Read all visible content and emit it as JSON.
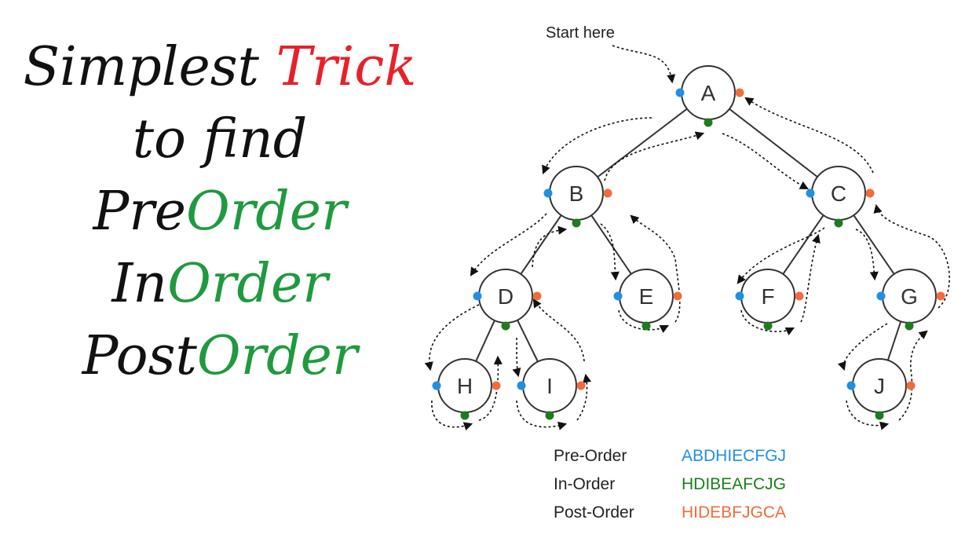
{
  "title": {
    "line1": {
      "a": "Simplest ",
      "b": "Trick"
    },
    "line2": "to find",
    "line3": {
      "a": "Pre",
      "b": "Order"
    },
    "line4": {
      "a": "In",
      "b": "Order"
    },
    "line5": {
      "a": "Post",
      "b": "Order"
    }
  },
  "colors": {
    "title_red": "#e8202a",
    "title_green": "#1f9a3f",
    "preorder_blue": "#1e90e6",
    "inorder_green": "#1b7e1b",
    "postorder_orange": "#f26b3a"
  },
  "diagram": {
    "start_label": "Start here",
    "nodes": [
      {
        "id": "A",
        "label": "A",
        "parent": null
      },
      {
        "id": "B",
        "label": "B",
        "parent": "A"
      },
      {
        "id": "C",
        "label": "C",
        "parent": "A"
      },
      {
        "id": "D",
        "label": "D",
        "parent": "B"
      },
      {
        "id": "E",
        "label": "E",
        "parent": "B"
      },
      {
        "id": "F",
        "label": "F",
        "parent": "C"
      },
      {
        "id": "G",
        "label": "G",
        "parent": "C"
      },
      {
        "id": "H",
        "label": "H",
        "parent": "D"
      },
      {
        "id": "I",
        "label": "I",
        "parent": "D"
      },
      {
        "id": "J",
        "label": "J",
        "parent": "G"
      }
    ]
  },
  "legend": [
    {
      "label": "Pre-Order",
      "sequence": "ABDHIECFGJ",
      "color_key": "preorder_blue"
    },
    {
      "label": "In-Order",
      "sequence": "HDIBEAFCJG",
      "color_key": "inorder_green"
    },
    {
      "label": "Post-Order",
      "sequence": "HIDEBFJGCA",
      "color_key": "postorder_orange"
    }
  ]
}
